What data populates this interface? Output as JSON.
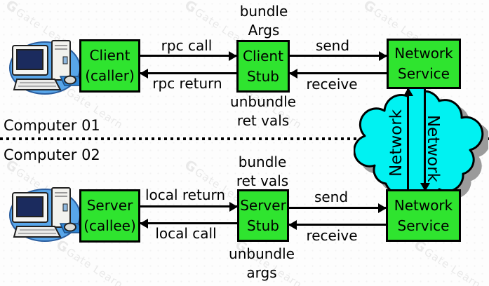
{
  "watermark": {
    "logo": "G",
    "text": "Gate Learn"
  },
  "colors": {
    "box_green": "#2fe42f",
    "cloud_cyan": "#00f2f2",
    "outline": "#000000",
    "cloud_shadow": "#9b9b9b"
  },
  "labels": {
    "computer1": "Computer 01",
    "computer2": "Computer 02"
  },
  "top_row": {
    "client": {
      "line1": "Client",
      "line2": "(caller)"
    },
    "client_stub": {
      "line1": "Client",
      "line2": "Stub"
    },
    "network_service": {
      "line1": "Network",
      "line2": "Service"
    },
    "above_stub": {
      "line1": "bundle",
      "line2": "Args"
    },
    "below_stub": {
      "line1": "unbundle",
      "line2": "ret vals"
    },
    "arrows": {
      "call": "rpc call",
      "return": "rpc return",
      "send": "send",
      "receive": "receive"
    }
  },
  "bottom_row": {
    "server": {
      "line1": "Server",
      "line2": "(callee)"
    },
    "server_stub": {
      "line1": "Server",
      "line2": "Stub"
    },
    "network_service": {
      "line1": "Network",
      "line2": "Service"
    },
    "above_stub": {
      "line1": "bundle",
      "line2": "ret vals"
    },
    "below_stub": {
      "line1": "unbundle",
      "line2": "args"
    },
    "arrows": {
      "send_up": "local return",
      "send_back": "local call",
      "send": "send",
      "receive": "receive"
    }
  },
  "cloud": {
    "label_left": "Network",
    "label_right": "Network"
  }
}
